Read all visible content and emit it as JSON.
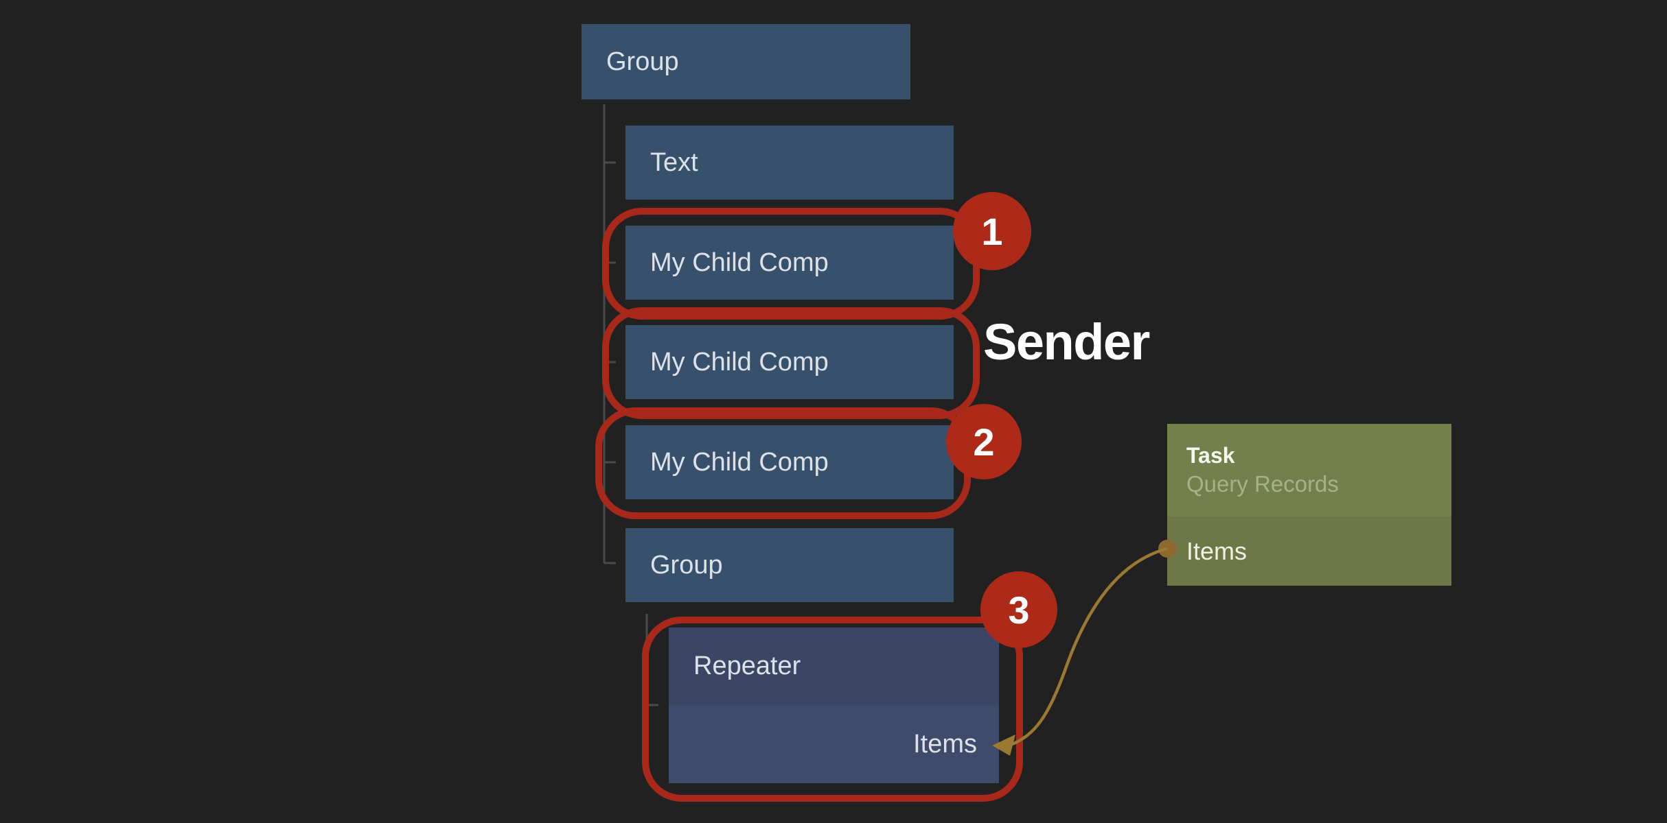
{
  "colors": {
    "background": "#212121",
    "node_blue": "#37506c",
    "node_text": "#dde2e9",
    "repeater_header_blue": "#3a4664",
    "repeater_body_blue": "#3f4b6b",
    "tree_line": "#4a4a4a",
    "highlight_red": "#a8291a",
    "badge_red": "#ae2a18",
    "badge_text": "#ffffff",
    "sender_text": "#ffffff",
    "task_header_green": "#74804c",
    "task_body_green": "#6e7846",
    "task_title": "#f5f7ef",
    "task_subtitle": "#a4b288",
    "task_items_text": "#eef0e4",
    "connector_gold": "#9a7a30",
    "connector_dot": "#8c692d"
  },
  "tree": {
    "root_group": {
      "label": "Group"
    },
    "text_node": {
      "label": "Text"
    },
    "child_comp_1": {
      "label": "My Child Comp"
    },
    "child_comp_2": {
      "label": "My Child Comp"
    },
    "child_comp_3": {
      "label": "My Child Comp"
    },
    "inner_group": {
      "label": "Group"
    },
    "repeater": {
      "label": "Repeater",
      "property": "Items"
    }
  },
  "annotations": {
    "badge_1": "1",
    "badge_2": "2",
    "badge_3": "3",
    "sender": "Sender"
  },
  "task_card": {
    "title": "Task",
    "subtitle": "Query Records",
    "output": "Items"
  }
}
